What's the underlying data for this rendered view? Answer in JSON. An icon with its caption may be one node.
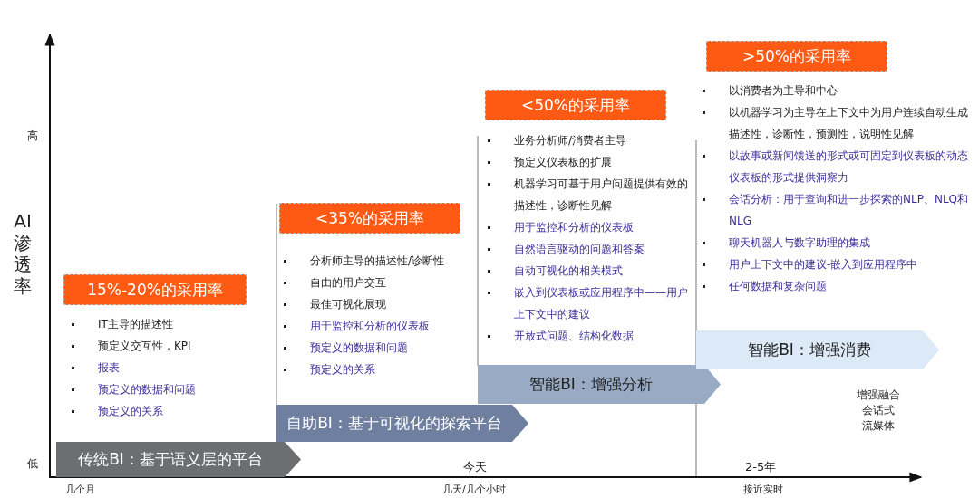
{
  "diagram": {
    "nodes": [
      {
        "text": [
          "15%-20%的采用率"
        ]
      },
      {
        "text": [
          "传统BI：基于语义层的平台"
        ]
      },
      {
        "text": [
          "<35%的采用率"
        ]
      },
      {
        "text": [
          "自助BI：基于可视化的探索平台"
        ]
      },
      {
        "text": [
          "<50%的采用率"
        ]
      },
      {
        "text": [
          "智能BI：增强分析"
        ]
      },
      {
        "text": [
          ">50%的采用率"
        ]
      },
      {
        "text": [
          "智能BI：增强消费"
        ]
      }
    ],
    "edges": [],
    "labels": [
      "高",
      "AI 渗透率",
      "IT主导的描述性",
      "预定义交互性，KPI",
      "报表",
      "预定义的数据和问题",
      "预定义的关系",
      "分析师主导的描述性/诊断性",
      "自由的用户交互",
      "最佳可视化展现",
      "用于监控和分析的仪表板",
      "预定义的数据和问题",
      "预定义的关系",
      "业务分析师/消费者主导",
      "预定义仪表板的扩展",
      "机器学习可基于用户问题提供有效的描述性，诊断性见解",
      "用于监控和分析的仪表板",
      "自然语言驱动的问题和答案",
      "自动可视化的相关模式",
      "嵌入到仪表板或应用程序中——用户上下文中的建议",
      "开放式问题、结构化数据",
      "以消费者为主导和中心",
      "以机器学习为主导在上下文中为用户连续自动生成描述性，诊断性，预测性，说明性见解",
      "以故事或新闻馈送的形式或可固定到仪表板的动态仪表板的形式提供洞察力",
      "会话分析：用于查询和进一步探索的NLP、NLQ和NLG",
      "聊天机器人与数字助理的集成",
      "用户上下文中的建议-嵌入到应用程序中",
      "任何数据和复杂问题",
      "增强融合",
      "会话式",
      "流媒体",
      "低",
      "几个月",
      "今天",
      "几天/几个小时",
      "2-5年",
      "接近实时"
    ]
  }
}
